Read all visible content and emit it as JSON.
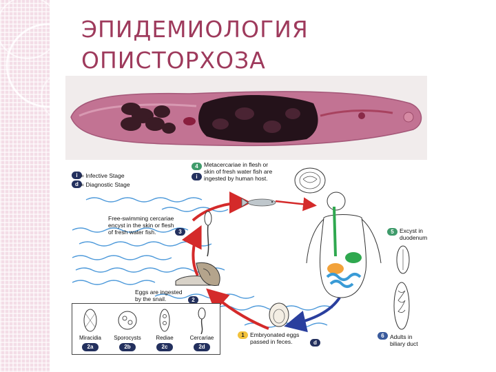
{
  "slide": {
    "title_lines": [
      "ЭПИДЕМИОЛОГИЯ",
      "ОПИСТОРХОЗА"
    ],
    "accent_color": "#9e3a5c"
  },
  "legend": {
    "infective": {
      "code": "i",
      "text": "= Infective Stage"
    },
    "diagnostic": {
      "code": "d",
      "text": "= Diagnostic Stage"
    }
  },
  "cycle": {
    "step4": {
      "code": "4",
      "text": "Metacercariae in flesh or\nskin of fresh water fish are\ningested by human host.",
      "stage_code": "i"
    },
    "step5": {
      "code": "5",
      "text": "Excyst in\nduodenum"
    },
    "step6": {
      "code": "6",
      "text": "Adults in\nbiliary duct"
    },
    "step1": {
      "code": "1",
      "text": "Embryonated eggs\npassed in feces.",
      "stage_code": "d"
    },
    "step2": {
      "code": "2",
      "text": "Eggs are ingested\nby the snail."
    },
    "step3": {
      "code": "3",
      "text": "Free-swimming cercariae\nencyst in the skin or flesh\nof fresh water fish."
    }
  },
  "snail_stages": [
    {
      "name": "Miracidia",
      "code": "2a"
    },
    {
      "name": "Sporocysts",
      "code": "2b"
    },
    {
      "name": "Rediae",
      "code": "2c"
    },
    {
      "name": "Cercariae",
      "code": "2d"
    }
  ],
  "colors": {
    "stripe": "#f3dde7",
    "arrow_red": "#d42a2a",
    "arrow_blue": "#2a3f9e",
    "water": "#3a8fd6",
    "gut_green": "#2fa84f",
    "gut_orange": "#f2a23a",
    "gut_blue": "#3a9bd6",
    "fluke_pink": "#c06a88"
  }
}
